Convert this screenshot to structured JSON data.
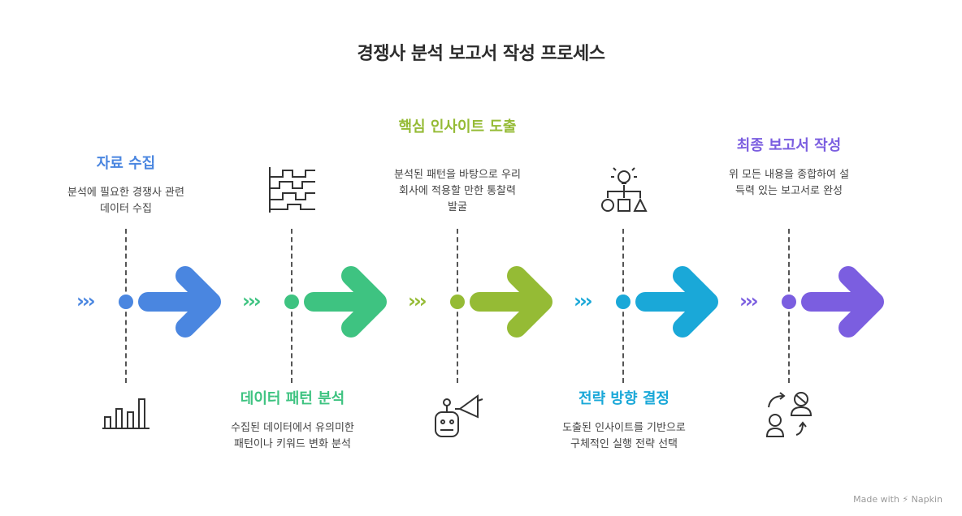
{
  "title": "경쟁사 분석 보고서 작성 프로세스",
  "steps": [
    {
      "title": "자료 수집",
      "desc": "분석에 필요한 경쟁사 관련 데이터 수집",
      "color": "#4a86e0",
      "icon": "bar-chart-icon"
    },
    {
      "title": "데이터 패턴 분석",
      "desc": "수집된 데이터에서 유의미한 패턴이나 키워드 변화 분석",
      "color": "#3ec381",
      "icon": "flowchart-icon"
    },
    {
      "title": "핵심 인사이트 도출",
      "desc": "분석된 패턴을 바탕으로 우리 회사에 적용할 만한 통찰력 발굴",
      "color": "#95bb35",
      "icon": "robot-megaphone-icon"
    },
    {
      "title": "전략 방향 결정",
      "desc": "도출된 인사이트를 기반으로 구체적인 실행 전략 선택",
      "color": "#1aa8d8",
      "icon": "idea-hierarchy-icon"
    },
    {
      "title": "최종 보고서 작성",
      "desc": "위 모든 내용을 종합하여 설득력 있는 보고서로 완성",
      "color": "#7b5ee0",
      "icon": "people-exchange-icon"
    }
  ],
  "chevron_glyphs": "›››",
  "footer": "Made with ⚡ Napkin"
}
